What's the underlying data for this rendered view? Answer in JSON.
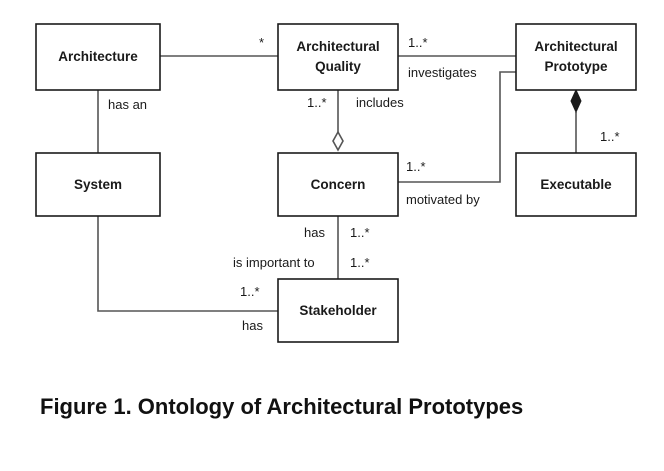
{
  "nodes": {
    "architecture": [
      "Architecture"
    ],
    "architectural_quality": [
      "Architectural",
      "Quality"
    ],
    "architectural_prototype": [
      "Architectural",
      "Prototype"
    ],
    "system": [
      "System"
    ],
    "concern": [
      "Concern"
    ],
    "executable": [
      "Executable"
    ],
    "stakeholder": [
      "Stakeholder"
    ]
  },
  "edges": {
    "architecture_quality": {
      "multiplicity": "*"
    },
    "architecture_system": {
      "label": "has an"
    },
    "quality_prototype": {
      "multiplicity": "1..*",
      "label": "investigates"
    },
    "quality_concern": {
      "multiplicity": "1..*",
      "label": "includes",
      "end": "aggregation"
    },
    "prototype_executable": {
      "multiplicity": "1..*",
      "end": "composition"
    },
    "concern_prototype": {
      "multiplicity": "1..*",
      "label": "motivated by"
    },
    "concern_stakeholder": {
      "label_top": "has",
      "multiplicity_top": "1..*",
      "label_bottom": "is important to",
      "multiplicity_bottom": "1..*"
    },
    "system_stakeholder": {
      "multiplicity": "1..*",
      "label": "has"
    }
  },
  "caption": "Figure 1. Ontology of Architectural Prototypes"
}
